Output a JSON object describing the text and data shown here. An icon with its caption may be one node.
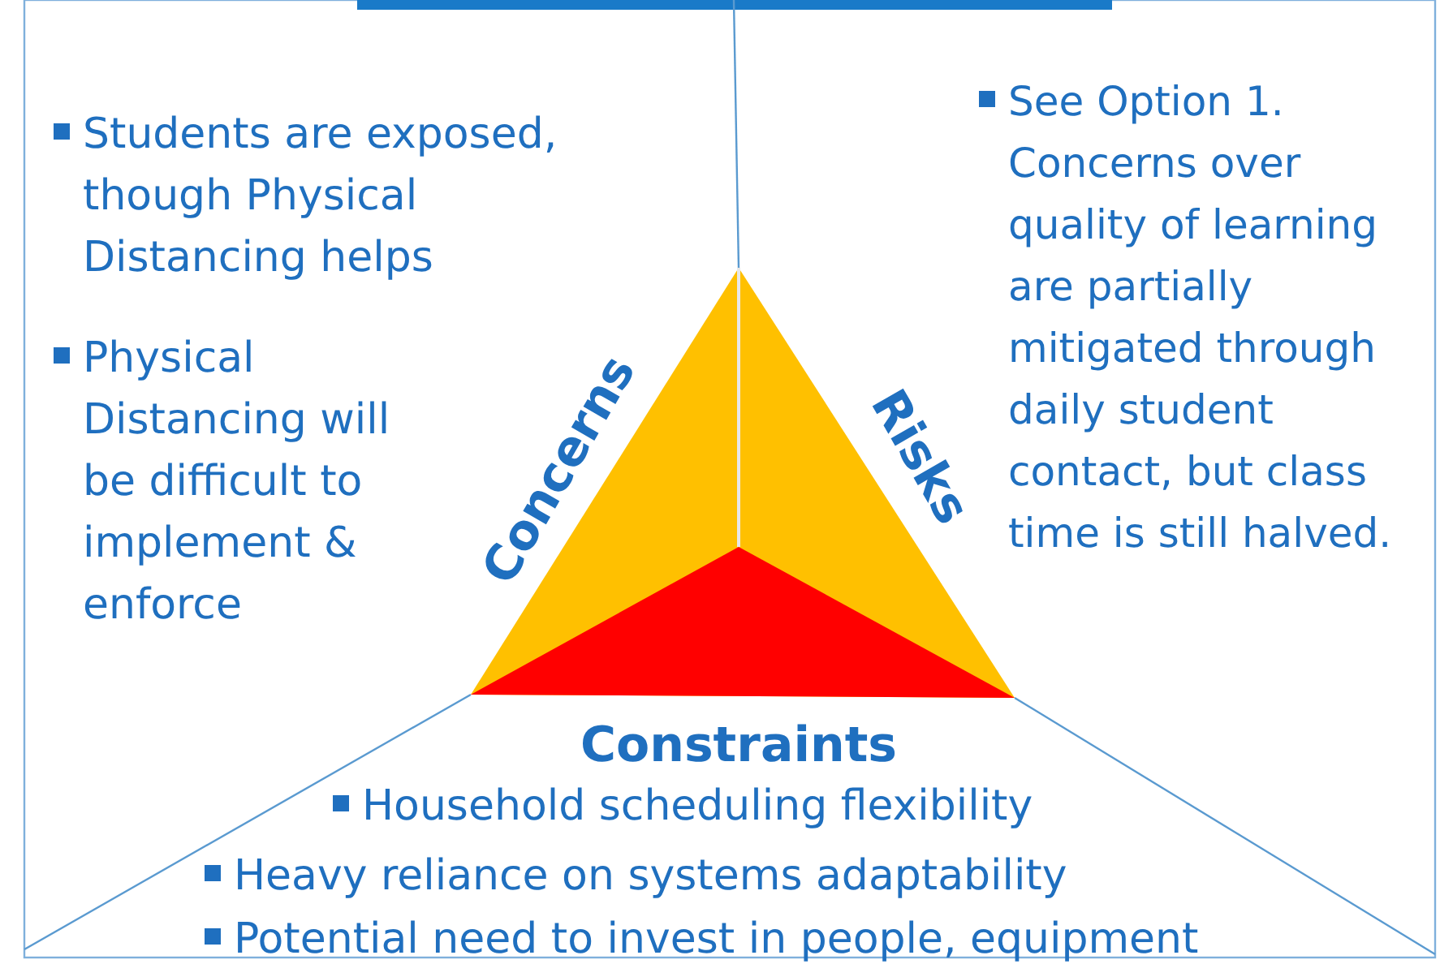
{
  "diagram": {
    "labels": [
      "Students are exposed, though Physical Distancing helps",
      "Physical Distancing will be difficult to implement & enforce",
      "See Option 1. Concerns over quality of learning are partially mitigated through daily student contact, but class time is still halved.",
      "Concerns",
      "Risks",
      "Constraints",
      "Household scheduling flexibility",
      "Heavy reliance on systems adaptability",
      "Potential need to invest in people, equipment"
    ]
  }
}
